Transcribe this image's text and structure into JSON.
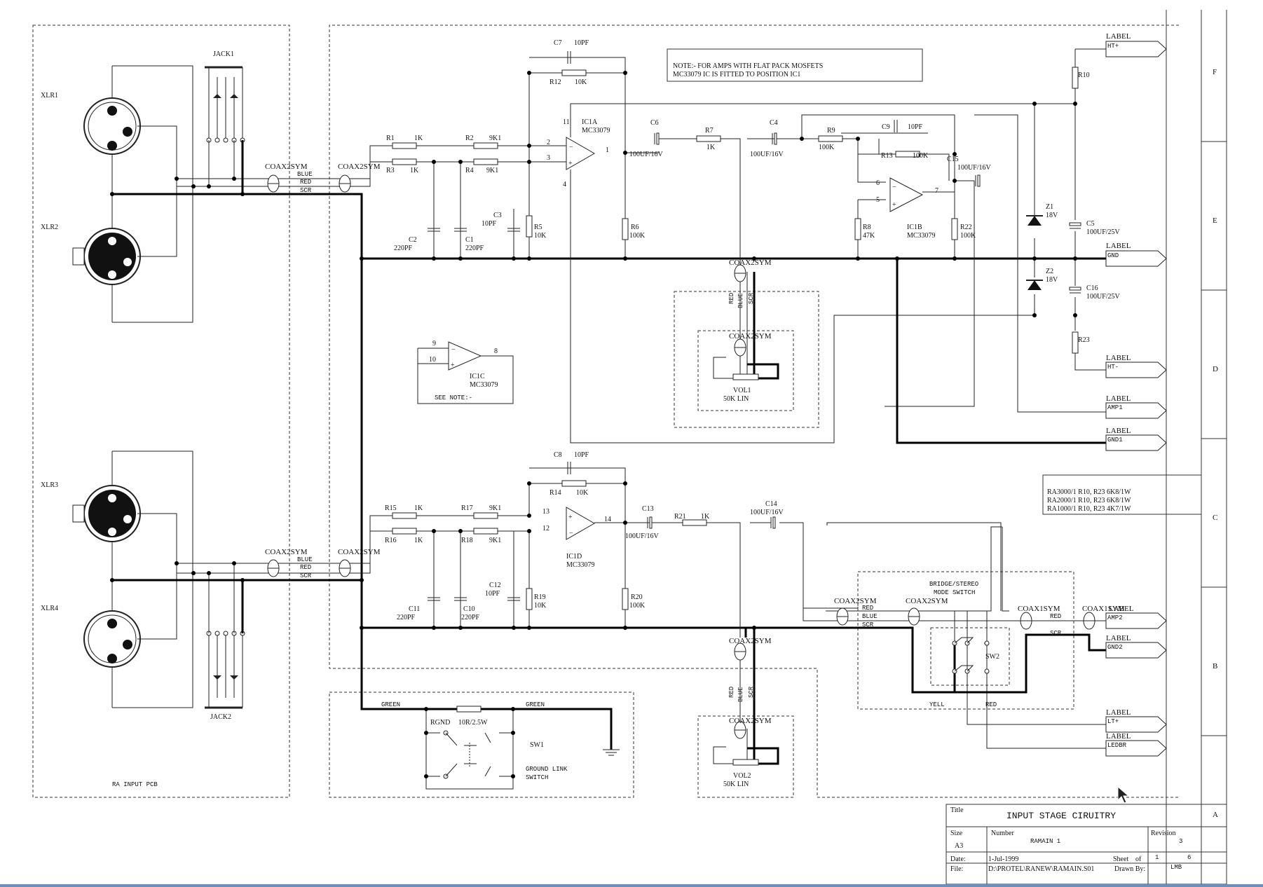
{
  "components": {
    "xlr": [
      "XLR1",
      "XLR2",
      "XLR3",
      "XLR4"
    ],
    "jacks": [
      "JACK1",
      "JACK2"
    ],
    "coax2sym": "COAX2SYM",
    "coax1sym": "COAX1SYM",
    "r1": {
      "ref": "R1",
      "val": "1K"
    },
    "r2": {
      "ref": "R2",
      "val": "9K1"
    },
    "r3": {
      "ref": "R3",
      "val": "1K"
    },
    "r4": {
      "ref": "R4",
      "val": "9K1"
    },
    "r5": {
      "ref": "R5",
      "val": "10K"
    },
    "r6": {
      "ref": "R6",
      "val": "100K"
    },
    "r7": {
      "ref": "R7",
      "val": "1K"
    },
    "r8": {
      "ref": "R8",
      "val": "47K"
    },
    "r9": {
      "ref": "R9",
      "val": "100K"
    },
    "r10": {
      "ref": "R10"
    },
    "r12": {
      "ref": "R12",
      "val": "10K"
    },
    "r13": {
      "ref": "R13",
      "val": "100K"
    },
    "r14": {
      "ref": "R14",
      "val": "10K"
    },
    "r15": {
      "ref": "R15",
      "val": "1K"
    },
    "r16": {
      "ref": "R16",
      "val": "1K"
    },
    "r17": {
      "ref": "R17",
      "val": "9K1"
    },
    "r18": {
      "ref": "R18",
      "val": "9K1"
    },
    "r19": {
      "ref": "R19",
      "val": "10K"
    },
    "r20": {
      "ref": "R20",
      "val": "100K"
    },
    "r21": {
      "ref": "R21",
      "val": "1K"
    },
    "r22": {
      "ref": "R22",
      "val": "100K"
    },
    "r23": {
      "ref": "R23"
    },
    "c1": {
      "ref": "C1",
      "val": "220PF"
    },
    "c2": {
      "ref": "C2",
      "val": "220PF"
    },
    "c3": {
      "ref": "C3",
      "val": "10PF"
    },
    "c4": {
      "ref": "C4",
      "val": "100UF/16V"
    },
    "c5": {
      "ref": "C5",
      "val": "100UF/25V"
    },
    "c6": {
      "ref": "C6",
      "val": "100UF/16V"
    },
    "c7": {
      "ref": "C7",
      "val": "10PF"
    },
    "c8": {
      "ref": "C8",
      "val": "10PF"
    },
    "c9": {
      "ref": "C9",
      "val": "10PF"
    },
    "c10": {
      "ref": "C10",
      "val": "220PF"
    },
    "c11": {
      "ref": "C11",
      "val": "220PF"
    },
    "c12": {
      "ref": "C12",
      "val": "10PF"
    },
    "c13": {
      "ref": "C13",
      "val": "100UF/16V"
    },
    "c14": {
      "ref": "C14",
      "val": "100UF/16V"
    },
    "c15": {
      "ref": "C15",
      "val": "100UF/16V"
    },
    "c16": {
      "ref": "C16",
      "val": "100UF/25V"
    },
    "ic1a": {
      "ref": "IC1A",
      "part": "MC33079"
    },
    "ic1b": {
      "ref": "IC1B",
      "part": "MC33079"
    },
    "ic1c": {
      "ref": "IC1C",
      "part": "MC33079"
    },
    "ic1d": {
      "ref": "IC1D",
      "part": "MC33079"
    },
    "z1": {
      "ref": "Z1",
      "val": "18V"
    },
    "z2": {
      "ref": "Z2",
      "val": "18V"
    },
    "vol1": {
      "ref": "VOL1",
      "val": "50K LIN"
    },
    "vol2": {
      "ref": "VOL2",
      "val": "50K LIN"
    },
    "sw1": "SW1",
    "sw2": "SW2",
    "rgnd": {
      "ref": "RGND",
      "val": "10R/2.5W"
    }
  },
  "wire_labels": {
    "blue": "BLUE",
    "red": "RED",
    "scr": "SCR",
    "green": "GREEN",
    "yell": "YELL"
  },
  "port_word": "LABEL",
  "ports": [
    "HT+",
    "GND",
    "HT-",
    "AMP1",
    "GND1",
    "AMP2",
    "GND2",
    "LT+",
    "LEDBR"
  ],
  "notes": {
    "flatpack_1": "NOTE:- FOR AMPS WITH FLAT PACK MOSFETS",
    "flatpack_2": "MC33079 IC IS FITTED TO POSITION IC1",
    "see_note": "SEE NOTE:-",
    "variants": [
      "RA3000/1 R10, R23 6K8/1W",
      "RA2000/1 R10, R23 6K8/1W",
      "RA1000/1 R10, R23 4K7/1W"
    ],
    "bridge_1": "BRIDGE/STEREO",
    "bridge_2": "MODE SWITCH",
    "ground_1": "GROUND LINK",
    "ground_2": "SWITCH",
    "pcb": "RA INPUT PCB"
  },
  "pins": {
    "p1": "1",
    "p2": "2",
    "p3": "3",
    "p4": "4",
    "p5": "5",
    "p6": "6",
    "p7": "7",
    "p8": "8",
    "p9": "9",
    "p10": "10",
    "p11": "11",
    "p12": "12",
    "p13": "13",
    "p14": "14"
  },
  "zones": [
    "F",
    "E",
    "D",
    "C",
    "B",
    "A"
  ],
  "title_block": {
    "title_label": "Title",
    "title": "INPUT STAGE CIRUITRY",
    "size_label": "Size",
    "size": "A3",
    "number_label": "Number",
    "number": "RAMAIN 1",
    "revision_label": "Revision",
    "revision": "3",
    "date_label": "Date:",
    "date": "1-Jul-1999",
    "sheet_label": "Sheet",
    "sheet_of": "of",
    "sheet": "1",
    "sheet_total": "6",
    "file_label": "File:",
    "file": "D:\\PROTEL\\RANEW\\RAMAIN.S01",
    "drawn_label": "Drawn By:",
    "drawn": "LMB"
  }
}
